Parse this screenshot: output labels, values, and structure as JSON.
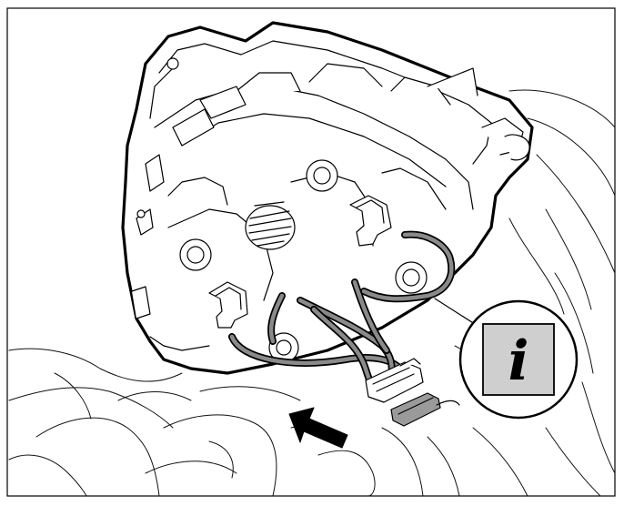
{
  "figure": {
    "type": "technical-line-illustration",
    "subject": "airbag-module-connector",
    "info_symbol": {
      "glyph": "i",
      "icon": "information-icon",
      "background_color": "#cfcfcf"
    },
    "pointer_arrow": {
      "icon": "arrow-icon",
      "color": "#000000"
    },
    "wire_color": "#8a8a8a",
    "line_color": "#000000"
  }
}
